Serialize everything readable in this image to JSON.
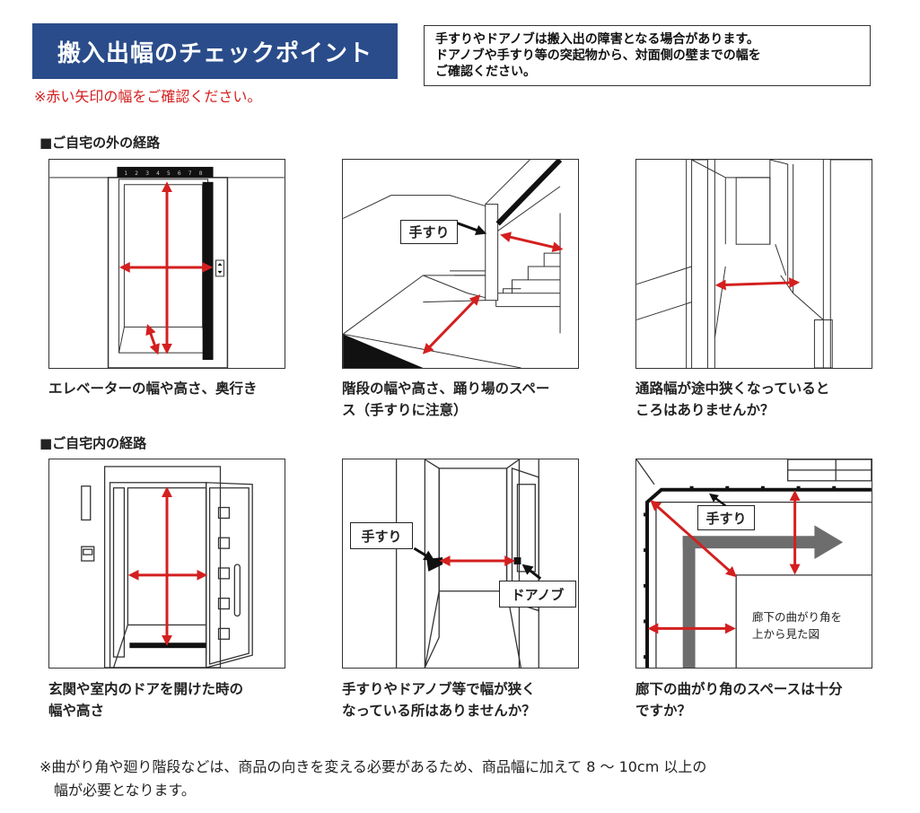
{
  "header": {
    "title": "搬入出幅のチェックポイント",
    "note": "※赤い矢印の幅をご確認ください。",
    "info_lines": [
      "手すりやドアノブは搬入出の障害となる場合があります。",
      "ドアノブや手すり等の突起物から、対面側の壁までの幅を",
      "ご確認ください。"
    ]
  },
  "sections": {
    "outside": "■ご自宅の外の経路",
    "inside": "■ご自宅内の経路"
  },
  "panels": {
    "elevator": {
      "caption_lines": [
        "エレベーターの幅や高さ、奥行き"
      ]
    },
    "stairs": {
      "label": "手すり",
      "caption_lines": [
        "階段の幅や高さ、踊り場のスペー",
        "ス（手すりに注意）"
      ]
    },
    "corridor": {
      "caption_lines": [
        "通路幅が途中狭くなっていると",
        "ころはありませんか？"
      ]
    },
    "entrance": {
      "caption_lines": [
        "玄関や室内のドアを開けた時の",
        "幅や高さ"
      ]
    },
    "hallway": {
      "label_rail": "手すり",
      "label_knob": "ドアノブ",
      "caption_lines": [
        "手すりやドアノブ等で幅が狭く",
        "なっている所はありませんか？"
      ]
    },
    "corner": {
      "label_rail": "手すり",
      "label_view_lines": [
        "廊下の曲がり角を",
        "上から見た図"
      ],
      "caption_lines": [
        "廊下の曲がり角のスペースは十分",
        "ですか？"
      ]
    }
  },
  "footer": {
    "lines": [
      "※曲がり角や廻り階段などは、商品の向きを変える必要があるため、商品幅に加えて 8 ～ 10cm 以上の",
      "　幅が必要となります。"
    ]
  },
  "colors": {
    "header_bg": "#2a4c8a",
    "arrow": "#d41f1f",
    "dark": "#111111",
    "gray_arrow": "#6d6d6d"
  }
}
